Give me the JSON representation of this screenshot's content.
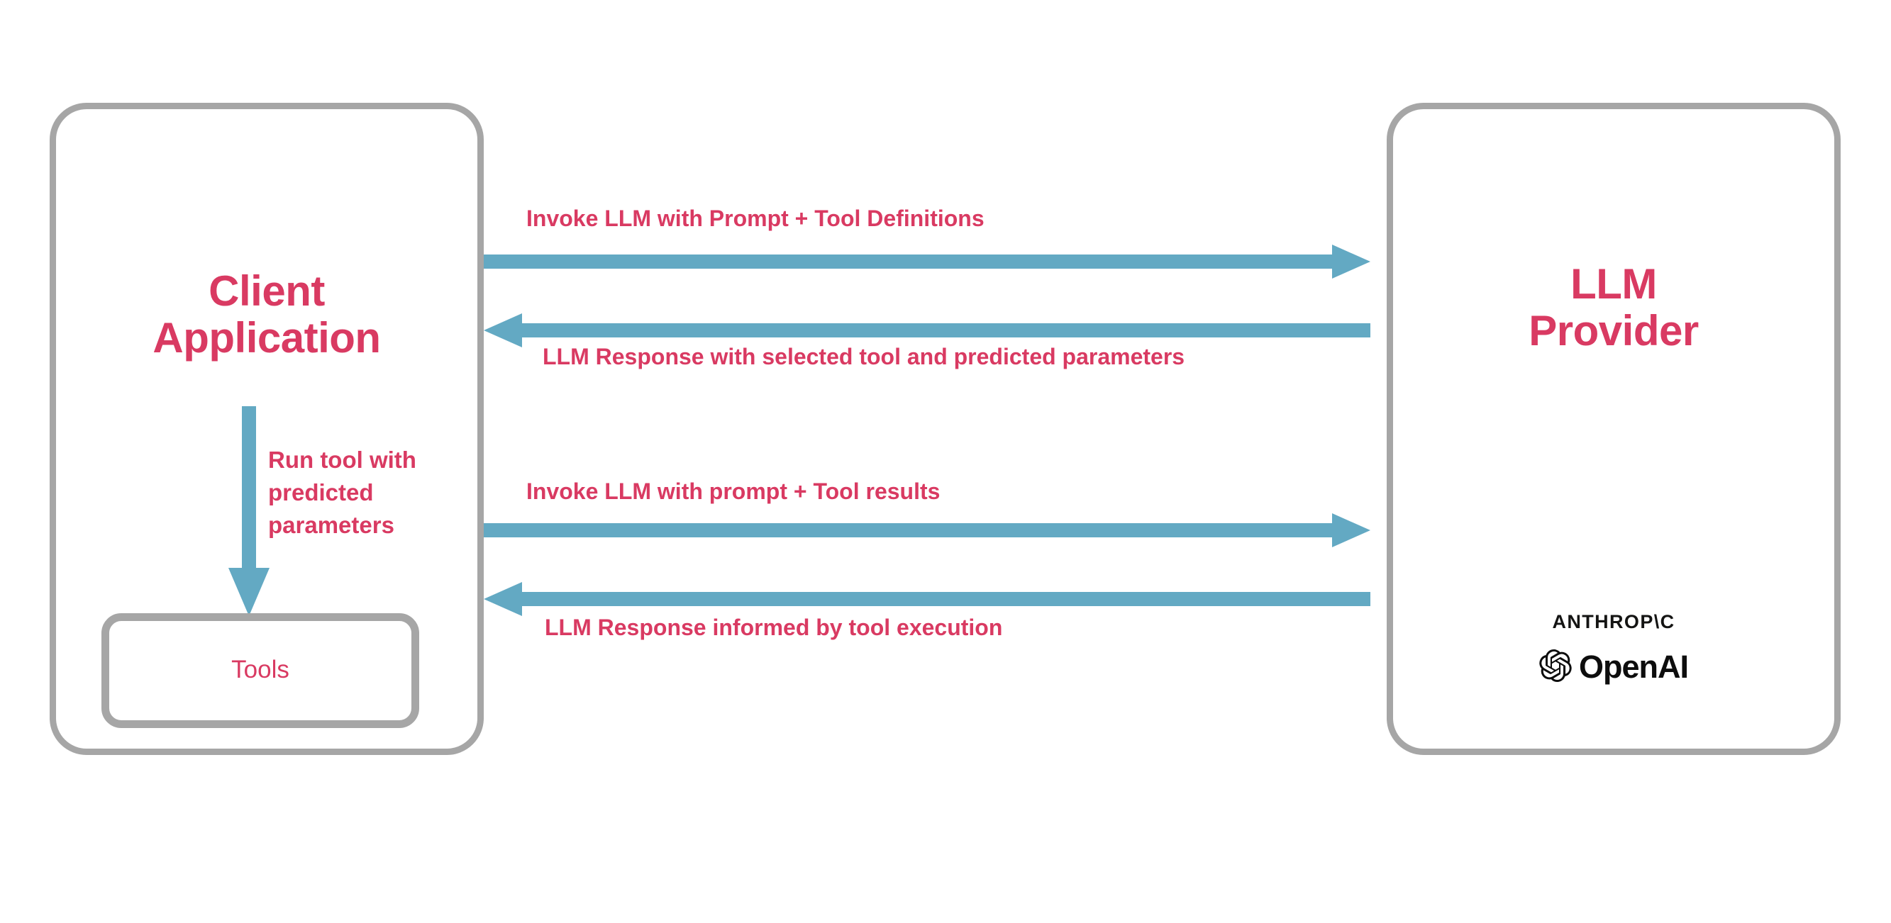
{
  "diagram": {
    "title": "LLM tool-calling flow between client application and LLM provider",
    "colors": {
      "accent_text": "#d93a62",
      "arrow": "#63a9c3",
      "box_border": "#a6a6a6",
      "background": "#ffffff",
      "logo_text": "#0d0d0d"
    }
  },
  "client": {
    "title": "Client\nApplication",
    "tools": {
      "label": "Tools"
    },
    "internal_arrow": {
      "label": "Run tool with\npredicted\nparameters",
      "direction": "down"
    }
  },
  "provider": {
    "title": "LLM\nProvider",
    "logos": [
      {
        "name": "anthropic-logo",
        "text": "ANTHROP\\C"
      },
      {
        "name": "openai-logo",
        "text": "OpenAI"
      }
    ]
  },
  "flows": [
    {
      "id": "invoke-with-tool-definitions",
      "label": "Invoke LLM with Prompt + Tool Definitions",
      "direction": "right"
    },
    {
      "id": "response-with-selected-tool",
      "label": "LLM Response with selected tool and predicted parameters",
      "direction": "left"
    },
    {
      "id": "invoke-with-tool-results",
      "label": "Invoke LLM with prompt + Tool results",
      "direction": "right"
    },
    {
      "id": "response-informed-by-tool-execution",
      "label": "LLM Response informed by tool execution",
      "direction": "left"
    }
  ]
}
